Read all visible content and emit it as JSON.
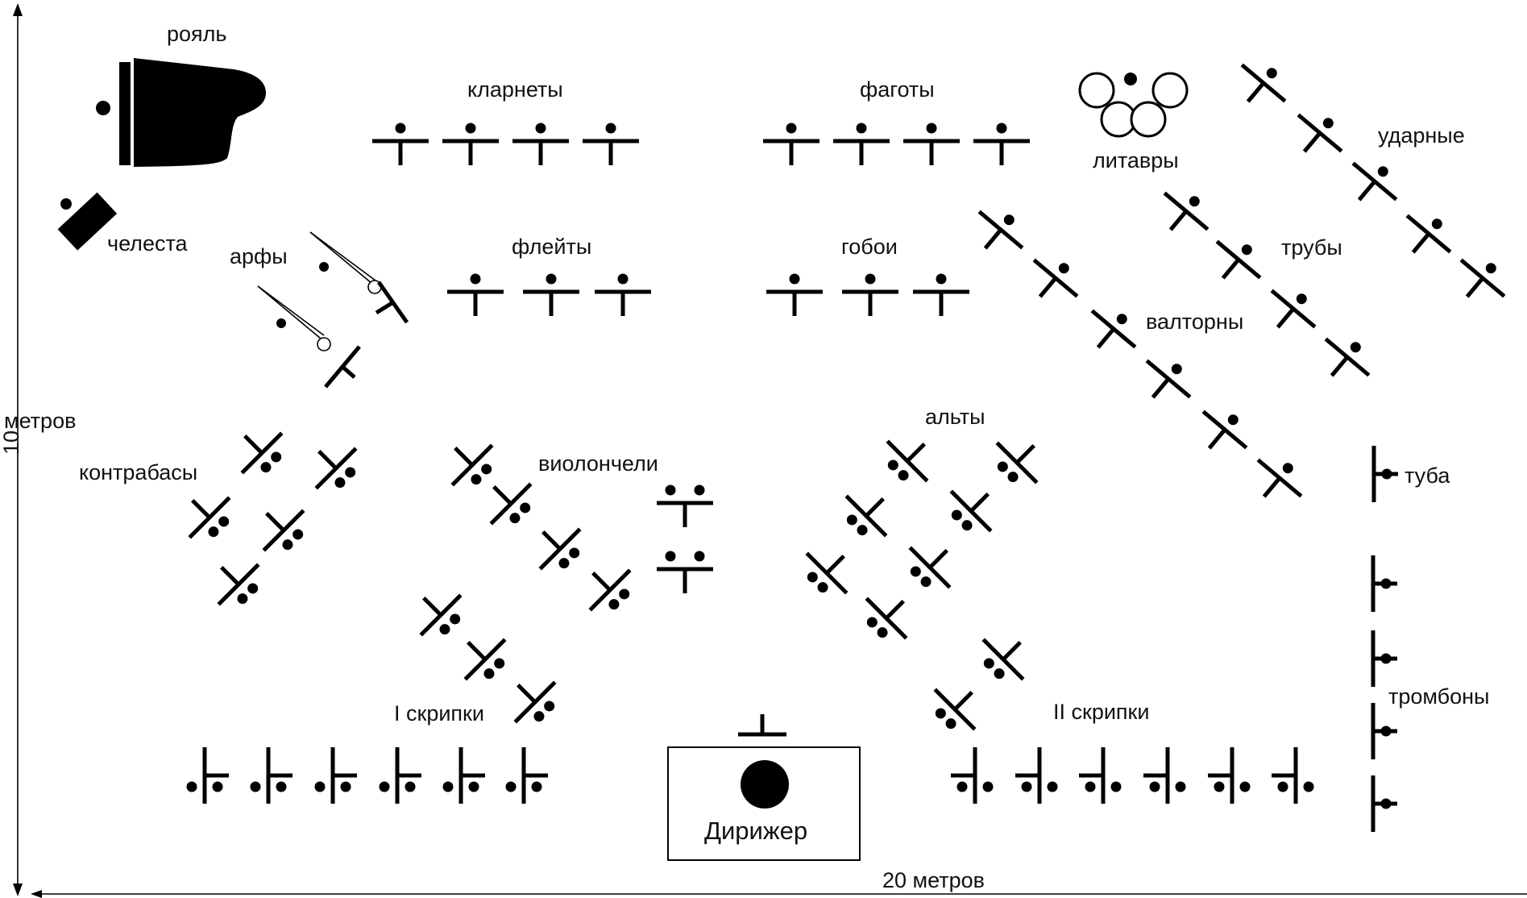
{
  "labels": {
    "piano": "рояль",
    "celesta": "челеста",
    "harps": "арфы",
    "clarinets": "кларнеты",
    "bassoons": "фаготы",
    "timpani": "литавры",
    "percussion": "ударные",
    "flutes": "флейты",
    "oboes": "гобои",
    "trumpets": "трубы",
    "horns": "валторны",
    "violas": "альты",
    "cellos": "виолончели",
    "double_basses": "контрабасы",
    "tuba": "туба",
    "trombones": "тромбоны",
    "violins_1": "I скрипки",
    "violins_2": "II скрипки",
    "conductor": "Дирижер",
    "width_scale": "20  метров",
    "height_value": "10",
    "height_unit": "метров"
  },
  "colors": {
    "ink": "#000000",
    "background": "#ffffff"
  }
}
